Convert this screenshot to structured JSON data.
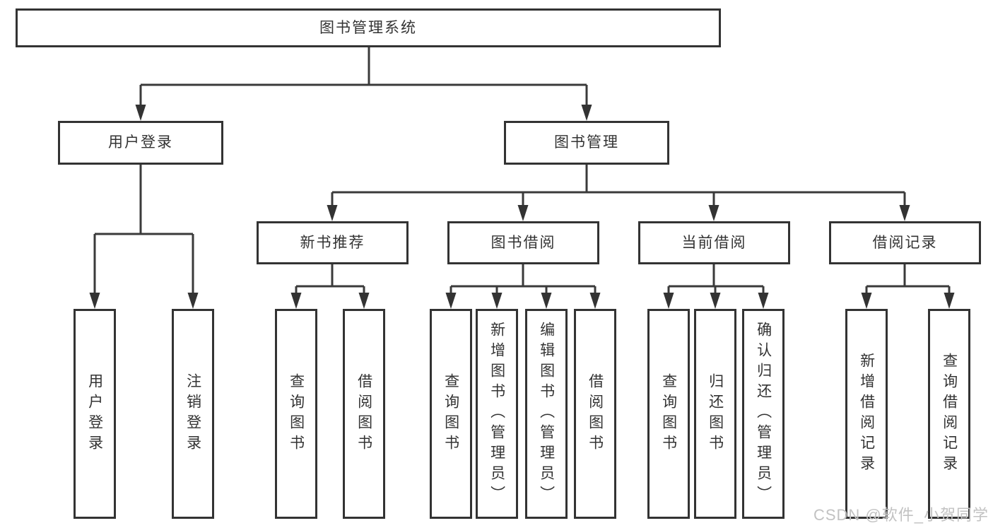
{
  "diagram": {
    "tree": {
      "root": {
        "label": "图书管理系统",
        "children": [
          {
            "label": "用户登录",
            "children": [
              {
                "label": "用户登录"
              },
              {
                "label": "注销登录"
              }
            ]
          },
          {
            "label": "图书管理",
            "children": [
              {
                "label": "新书推荐",
                "children": [
                  {
                    "label": "查询图书"
                  },
                  {
                    "label": "借阅图书"
                  }
                ]
              },
              {
                "label": "图书借阅",
                "children": [
                  {
                    "label": "查询图书"
                  },
                  {
                    "label": "新增图书（管理员）"
                  },
                  {
                    "label": "编辑图书（管理员）"
                  },
                  {
                    "label": "借阅图书"
                  }
                ]
              },
              {
                "label": "当前借阅",
                "children": [
                  {
                    "label": "查询图书"
                  },
                  {
                    "label": "归还图书"
                  },
                  {
                    "label": "确认归还（管理员）"
                  }
                ]
              },
              {
                "label": "借阅记录",
                "children": [
                  {
                    "label": "新增借阅记录"
                  },
                  {
                    "label": "查询借阅记录"
                  }
                ]
              }
            ]
          }
        ]
      }
    },
    "watermark": "CSDN @软件_小贺同学",
    "colors": {
      "line": "#3a3a3a",
      "box_border": "#333333",
      "text": "#333333",
      "watermark": "#c2c2c2",
      "background": "#ffffff"
    }
  }
}
